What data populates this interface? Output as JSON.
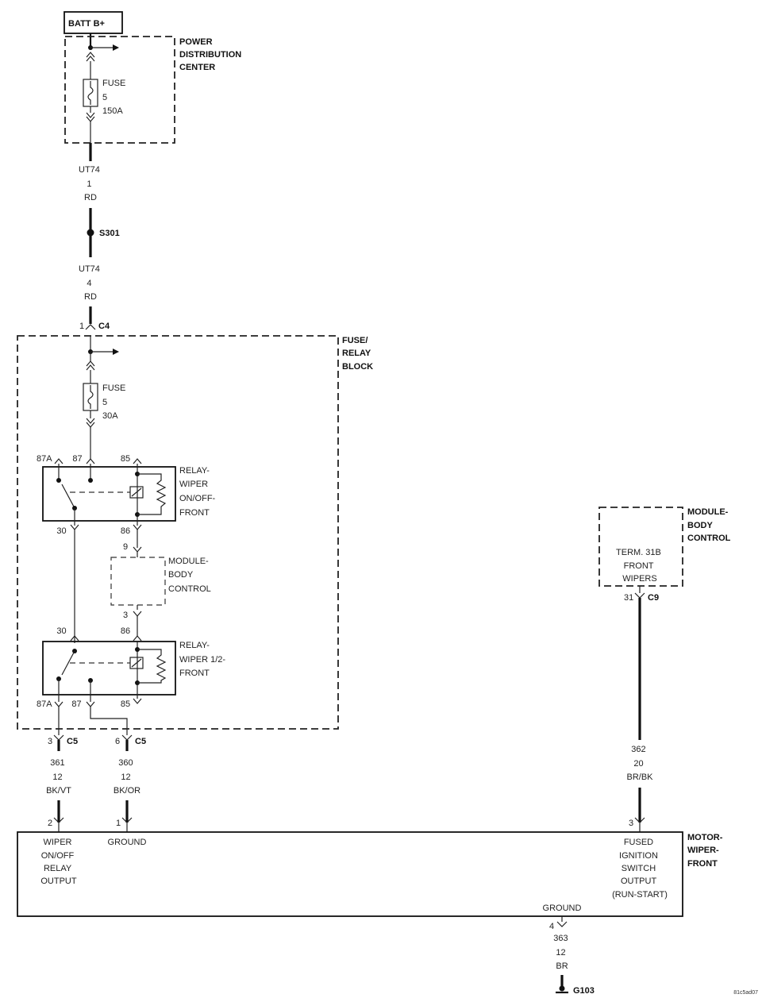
{
  "batt": {
    "label": "BATT B+"
  },
  "pdc": {
    "title_lines": [
      "POWER",
      "DISTRIBUTION",
      "CENTER"
    ],
    "fuse_lines": [
      "FUSE",
      "5",
      "150A"
    ]
  },
  "wire_top": {
    "lines": [
      "UT74",
      "1",
      "RD"
    ]
  },
  "splice": {
    "label": "S301"
  },
  "wire_mid": {
    "lines": [
      "UT74",
      "4",
      "RD"
    ]
  },
  "c4": {
    "pin": "1",
    "label": "C4"
  },
  "frb": {
    "title_lines": [
      "FUSE/",
      "RELAY",
      "BLOCK"
    ],
    "fuse_lines": [
      "FUSE",
      "5",
      "30A"
    ],
    "relay1": {
      "pins_top": [
        "87A",
        "87",
        "85"
      ],
      "pins_bottom": [
        "30",
        "86"
      ],
      "label_lines": [
        "RELAY-",
        "WIPER",
        "ON/OFF-",
        "FRONT"
      ]
    },
    "module_inner": {
      "pin_top": "9",
      "pin_bottom": "3",
      "label_lines": [
        "MODULE-",
        "BODY",
        "CONTROL"
      ]
    },
    "relay2": {
      "pins_top": [
        "30",
        "86"
      ],
      "pins_bottom": [
        "87A",
        "87",
        "85"
      ],
      "label_lines": [
        "RELAY-",
        "WIPER 1/2-",
        "FRONT"
      ]
    }
  },
  "c5_left": {
    "pin": "3",
    "label": "C5"
  },
  "c5_right": {
    "pin": "6",
    "label": "C5"
  },
  "wire_361": {
    "lines": [
      "361",
      "12",
      "BK/VT"
    ]
  },
  "wire_360": {
    "lines": [
      "360",
      "12",
      "BK/OR"
    ]
  },
  "bcm": {
    "title_lines": [
      "MODULE-",
      "BODY",
      "CONTROL"
    ],
    "inner_lines": [
      "TERM. 31B",
      "FRONT",
      "WIPERS"
    ],
    "pin": "31",
    "conn": "C9"
  },
  "wire_362": {
    "lines": [
      "362",
      "20",
      "BR/BK"
    ]
  },
  "motor": {
    "title_lines": [
      "MOTOR-",
      "WIPER-",
      "FRONT"
    ],
    "pin_2": "2",
    "pin_1": "1",
    "pin_3": "3",
    "pin_4": "4",
    "wiper_lines": [
      "WIPER",
      "ON/OFF",
      "RELAY",
      "OUTPUT"
    ],
    "ground_label": "GROUND",
    "fused_lines": [
      "FUSED",
      "IGNITION",
      "SWITCH",
      "OUTPUT",
      "(RUN-START)"
    ],
    "ground_bottom": "GROUND"
  },
  "wire_363": {
    "lines": [
      "363",
      "12",
      "BR"
    ]
  },
  "ground": {
    "label": "G103"
  },
  "footer": {
    "code": "81c5ad07"
  }
}
